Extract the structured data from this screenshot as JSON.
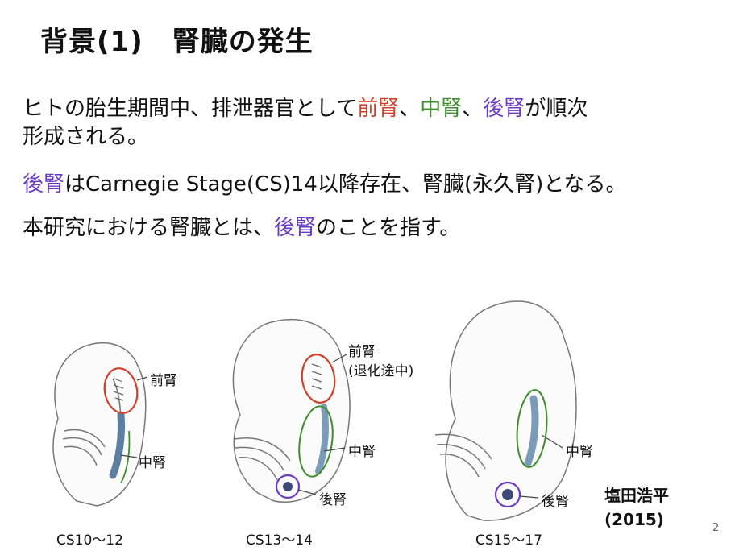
{
  "slide": {
    "title_part1": "背景(1)",
    "title_part2": "腎臓の発生",
    "para1_line1": {
      "pre": "ヒトの胎生期間中、排泄器官として",
      "pronephros": "前腎",
      "sep1": "、",
      "mesonephros": "中腎",
      "sep2": "、",
      "metanephros": "後腎",
      "post": "が順次"
    },
    "para1_line2": "形成される。",
    "para2": {
      "metanephros": "後腎",
      "rest": "はCarnegie Stage(CS)14以降存在、腎臓(永久腎)となる。"
    },
    "para3": {
      "pre": "本研究における腎臓とは、",
      "metanephros": "後腎",
      "post": "のことを指す。"
    },
    "page_number": "2"
  },
  "figure": {
    "panels": [
      {
        "caption": "CS10〜12",
        "labels": {
          "pronephros": "前腎",
          "mesonephros": "中腎"
        }
      },
      {
        "caption": "CS13〜14",
        "labels": {
          "pronephros": "前腎",
          "pronephros_note": "(退化途中)",
          "mesonephros": "中腎",
          "metanephros": "後腎"
        }
      },
      {
        "caption": "CS15〜17",
        "labels": {
          "mesonephros": "中腎",
          "metanephros": "後腎"
        }
      }
    ],
    "citation_author": "塩田浩平",
    "citation_year": "(2015)"
  },
  "colors": {
    "pronephros": "#d0402a",
    "mesonephros": "#3e8c2d",
    "metanephros": "#6a3cc8"
  }
}
